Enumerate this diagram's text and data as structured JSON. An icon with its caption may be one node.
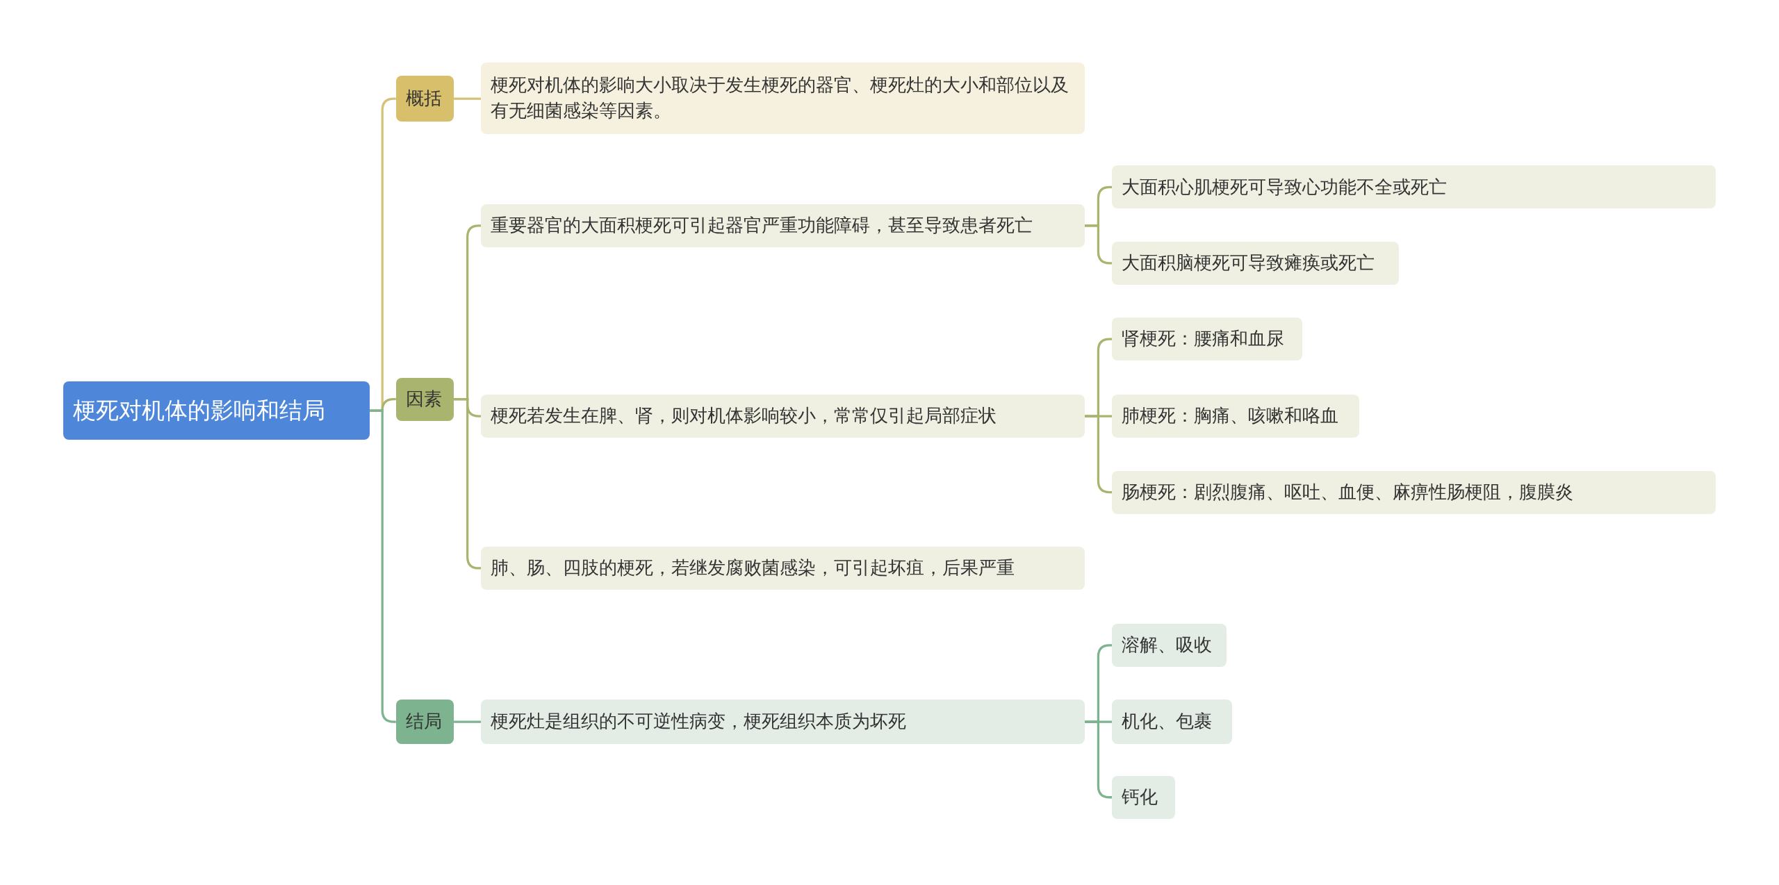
{
  "diagram": {
    "nodes": [
      {
        "text": [
          "梗死对机体的影响和结局"
        ]
      },
      {
        "text": [
          "概括"
        ]
      },
      {
        "text": [
          "因素"
        ]
      },
      {
        "text": [
          "结局"
        ]
      },
      {
        "text": [
          "梗死对机体的影响大小取决于发生梗死的器官、梗死灶的大小和部位以及有无细菌感染等因素。"
        ]
      },
      {
        "text": [
          "重要器官的大面积梗死可引起器官严重功能障碍，甚至导致患者死亡"
        ]
      },
      {
        "text": [
          "梗死若发生在脾、肾，则对机体影响较小，常常仅引起局部症状"
        ]
      },
      {
        "text": [
          "肺、肠、四肢的梗死，若继发腐败菌感染，可引起坏疽，后果严重"
        ]
      },
      {
        "text": [
          "大面积心肌梗死可导致心功能不全或死亡"
        ]
      },
      {
        "text": [
          "大面积脑梗死可导致瘫痪或死亡"
        ]
      },
      {
        "text": [
          "肾梗死：腰痛和血尿"
        ]
      },
      {
        "text": [
          "肺梗死：胸痛、咳嗽和咯血"
        ]
      },
      {
        "text": [
          "肠梗死：剧烈腹痛、呕吐、血便、麻痹性肠梗阻，腹膜炎"
        ]
      },
      {
        "text": [
          "梗死灶是组织的不可逆性病变，梗死组织本质为坏死"
        ]
      },
      {
        "text": [
          "溶解、吸收"
        ]
      },
      {
        "text": [
          "机化、包裹"
        ]
      },
      {
        "text": [
          "钙化"
        ]
      }
    ],
    "edges": [
      {
        "from": 0,
        "to": 1,
        "arrow": "none",
        "color": "#d4c27a"
      },
      {
        "from": 0,
        "to": 2,
        "arrow": "none",
        "color": "#a9b56e"
      },
      {
        "from": 0,
        "to": 3,
        "arrow": "none",
        "color": "#7db38e"
      },
      {
        "from": 1,
        "to": 4,
        "arrow": "none",
        "color": "#d4c27a"
      },
      {
        "from": 2,
        "to": 5,
        "arrow": "none",
        "color": "#a9b56e"
      },
      {
        "from": 2,
        "to": 6,
        "arrow": "none",
        "color": "#a9b56e"
      },
      {
        "from": 2,
        "to": 7,
        "arrow": "none",
        "color": "#a9b56e"
      },
      {
        "from": 5,
        "to": 8,
        "arrow": "none",
        "color": "#a9b56e"
      },
      {
        "from": 5,
        "to": 9,
        "arrow": "none",
        "color": "#a9b56e"
      },
      {
        "from": 6,
        "to": 10,
        "arrow": "none",
        "color": "#a9b56e"
      },
      {
        "from": 6,
        "to": 11,
        "arrow": "none",
        "color": "#a9b56e"
      },
      {
        "from": 6,
        "to": 12,
        "arrow": "none",
        "color": "#a9b56e"
      },
      {
        "from": 3,
        "to": 13,
        "arrow": "none",
        "color": "#7db38e"
      },
      {
        "from": 13,
        "to": 14,
        "arrow": "none",
        "color": "#7db38e"
      },
      {
        "from": 13,
        "to": 15,
        "arrow": "none",
        "color": "#7db38e"
      },
      {
        "from": 13,
        "to": 16,
        "arrow": "none",
        "color": "#7db38e"
      }
    ]
  }
}
